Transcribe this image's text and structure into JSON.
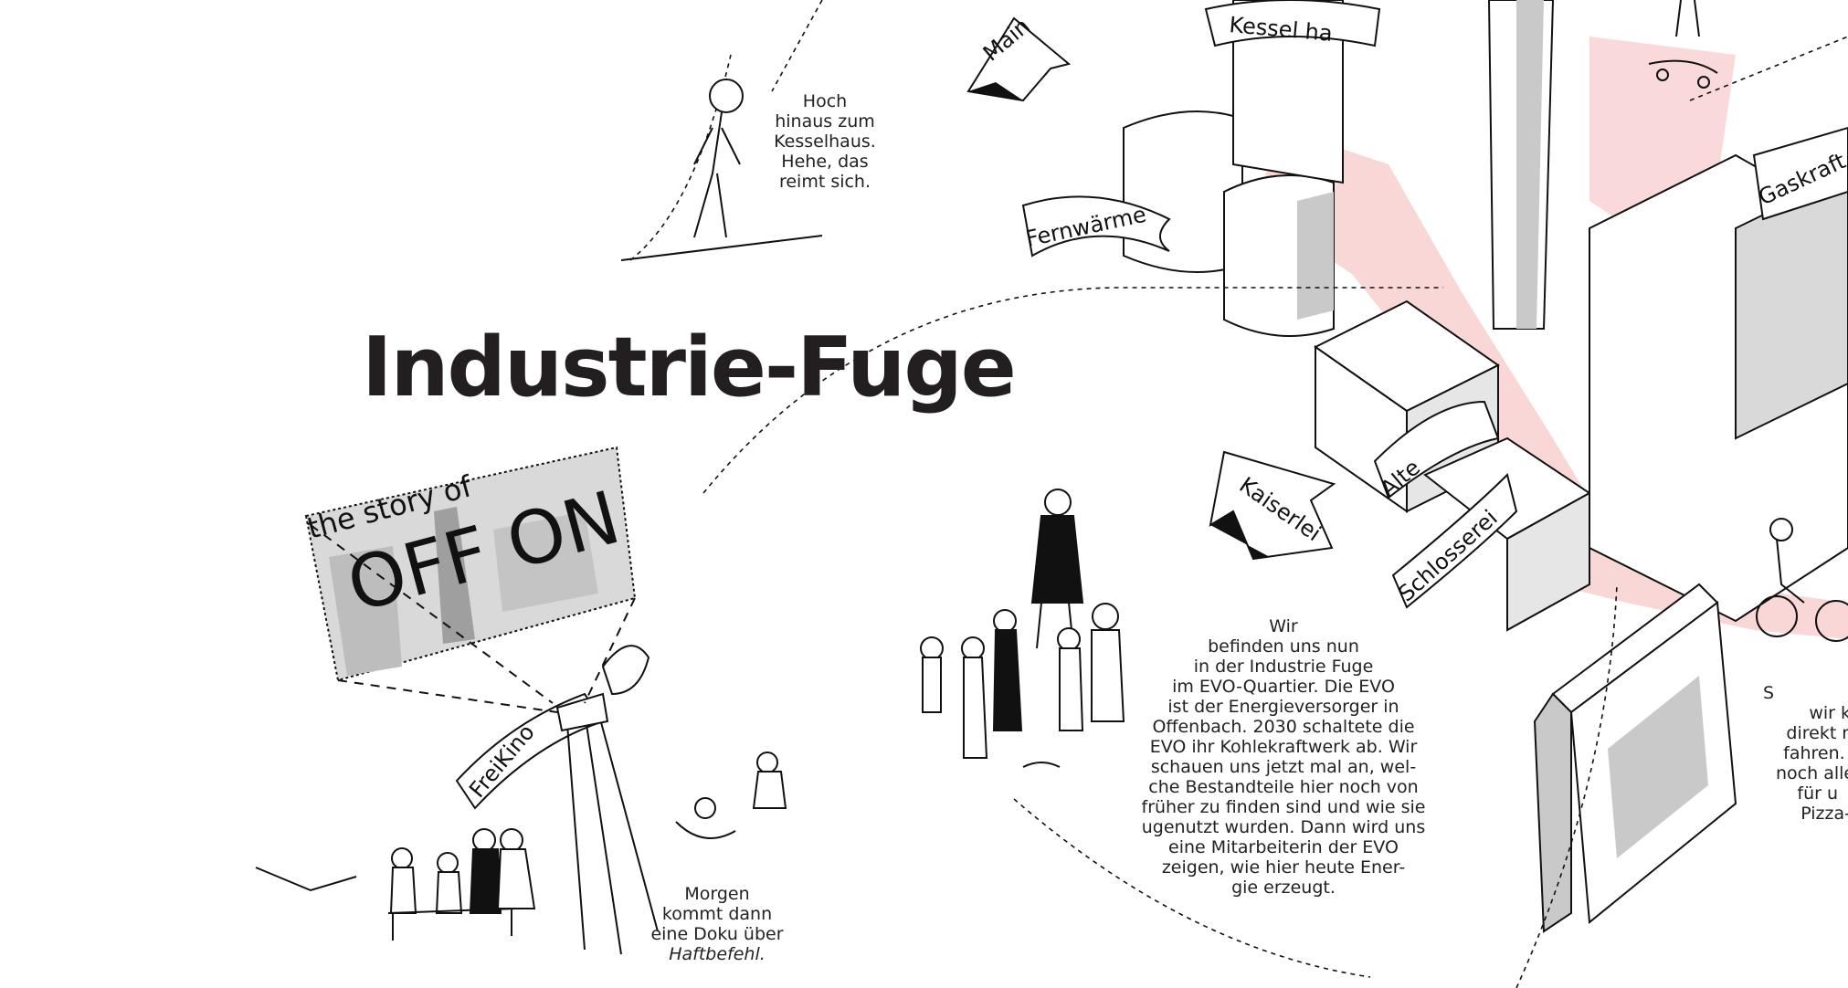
{
  "title": "Industrie-Fuge",
  "captions": {
    "kesselhaus": [
      "Hoch",
      "hinaus zum",
      "Kesselhaus.",
      "Hehe, das",
      "reimt sich."
    ],
    "intro": [
      "Wir",
      "befinden uns nun",
      "in der Industrie Fuge",
      "im EVO-Quartier. Die EVO",
      "ist der Energieversorger in",
      "Offenbach. 2030 schaltete die",
      "EVO ihr Kohlekraftwerk ab. Wir",
      "schauen uns jetzt mal an, wel-",
      "che Bestandteile hier noch von",
      "früher zu finden sind und wie sie",
      "ugenutzt wurden. Dann wird uns",
      "eine Mitarbeiterin der EVO",
      "zeigen, wie hier heute Ener-",
      "gie erzeugt."
    ],
    "doku_lines": [
      "Morgen",
      "kommt dann",
      "eine Doku über"
    ],
    "doku_film": "Haftbefehl.",
    "right_cut": [
      "S",
      "wir k",
      "direkt na",
      "fahren. H",
      "noch alles",
      "für u",
      "Pizza-"
    ]
  },
  "map_labels": {
    "main": "Main",
    "kesselhaus": "Kessel ha",
    "fernwaerme": "Fernwärme",
    "gaskraft": "Gaskraft",
    "kaiserlei": "Kaiserlei",
    "alte": "Alte",
    "schlosserei": "Schlosserei",
    "freikino": "FreiKino",
    "story": "the story of",
    "offon": "OFF ON"
  },
  "colors": {
    "path": "#f7c9c9",
    "shade": "#c9c9c9",
    "ink": "#111111"
  }
}
